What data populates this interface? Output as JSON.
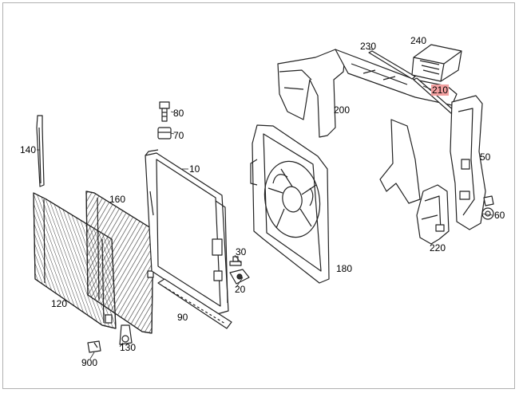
{
  "diagram": {
    "highlight_color": "#f2a0a0",
    "labels": {
      "p240": "240",
      "p230": "230",
      "p210": "210",
      "p200": "200",
      "p80": "80",
      "p70": "70",
      "p140": "140",
      "p10": "10",
      "p160": "160",
      "p50": "50",
      "p60": "60",
      "p220": "220",
      "p180": "180",
      "p30": "30",
      "p20": "20",
      "p90": "90",
      "p120": "120",
      "p130": "130",
      "p900": "900"
    }
  }
}
